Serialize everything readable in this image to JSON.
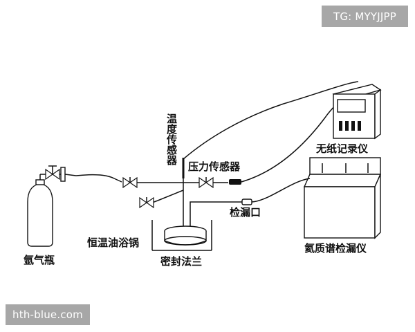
{
  "watermarks": {
    "top": "TG: MYYJJPP",
    "bottom": "hth-blue.com"
  },
  "labels": {
    "argon_cylinder": "氩气瓶",
    "temperature_sensor": "温度传感器",
    "pressure_sensor": "压力传感器",
    "paperless_recorder": "无纸记录仪",
    "leak_port": "检漏口",
    "helium_leak_detector": "氦质谱检漏仪",
    "oil_bath": "恒温油浴锅",
    "sealed_flange": "密封法兰"
  }
}
